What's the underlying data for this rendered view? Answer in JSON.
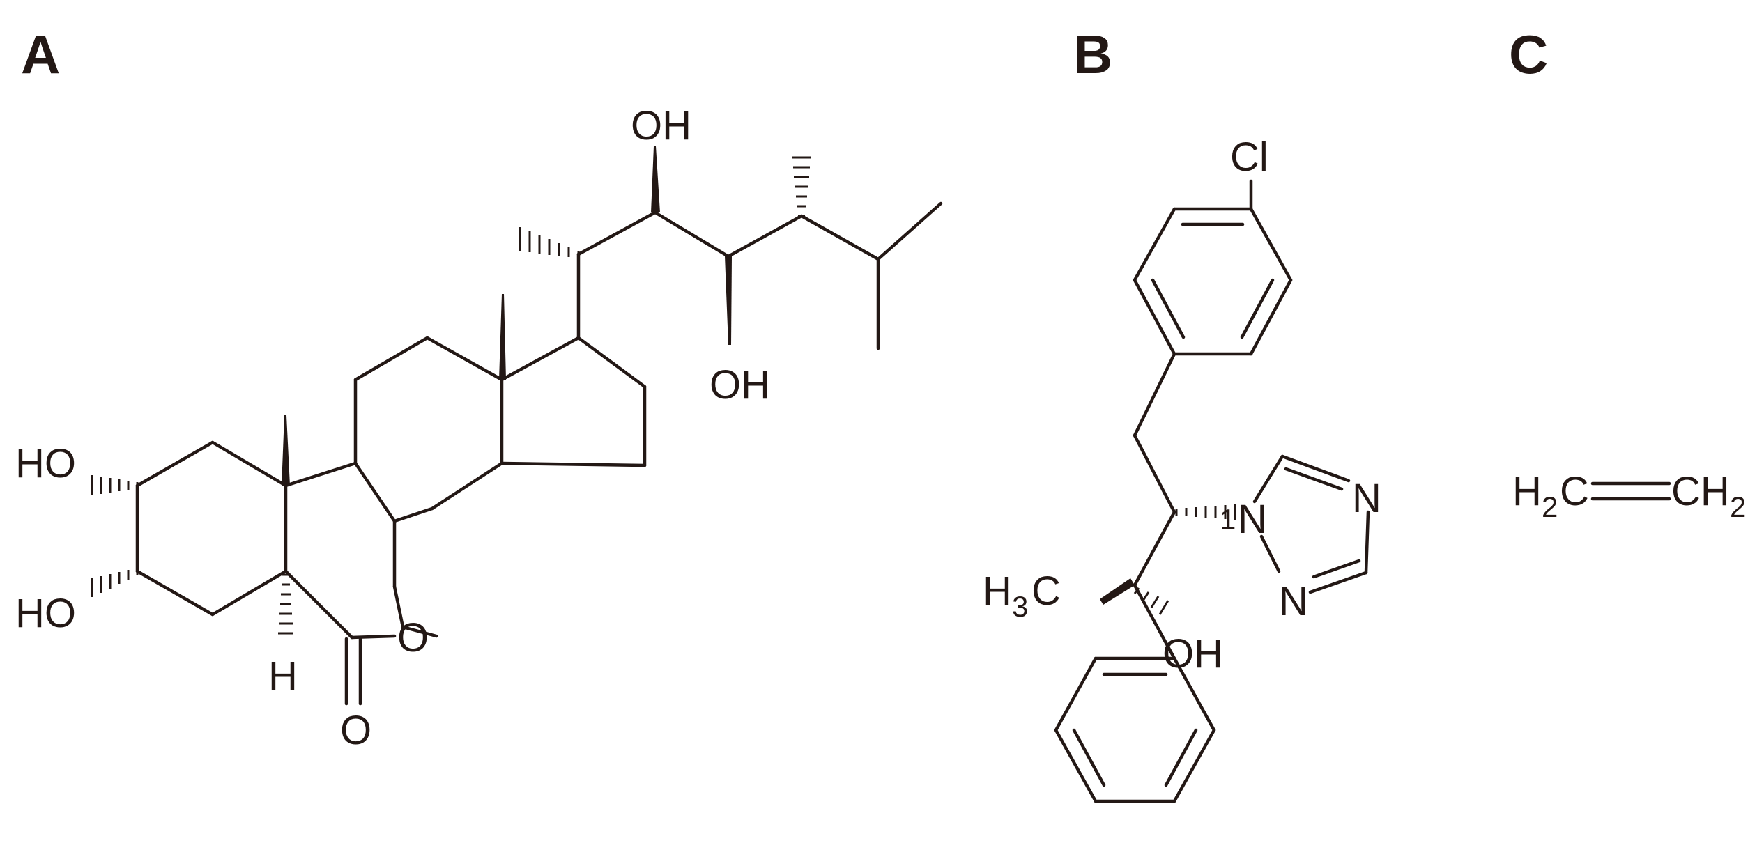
{
  "panels": [
    {
      "letter": "A"
    },
    {
      "letter": "B"
    },
    {
      "letter": "C"
    }
  ],
  "labels": {
    "A": {
      "oh_top": "OH",
      "oh_mid": "OH",
      "ho_upper": "HO",
      "ho_lower": "HO",
      "h_ring": "H",
      "o_lactone": "O",
      "o_carbonyl": "O"
    },
    "B": {
      "cl": "Cl",
      "n1": "N",
      "n1_num": "1",
      "n_right": "N",
      "n_low": "N",
      "h3c_h": "H",
      "h3c_3": "3",
      "h3c_c": "C",
      "oh": "OH"
    },
    "C": {
      "left_h": "H",
      "left_2": "2",
      "left_c": "C",
      "right_ch": "CH",
      "right_2": "2"
    }
  }
}
